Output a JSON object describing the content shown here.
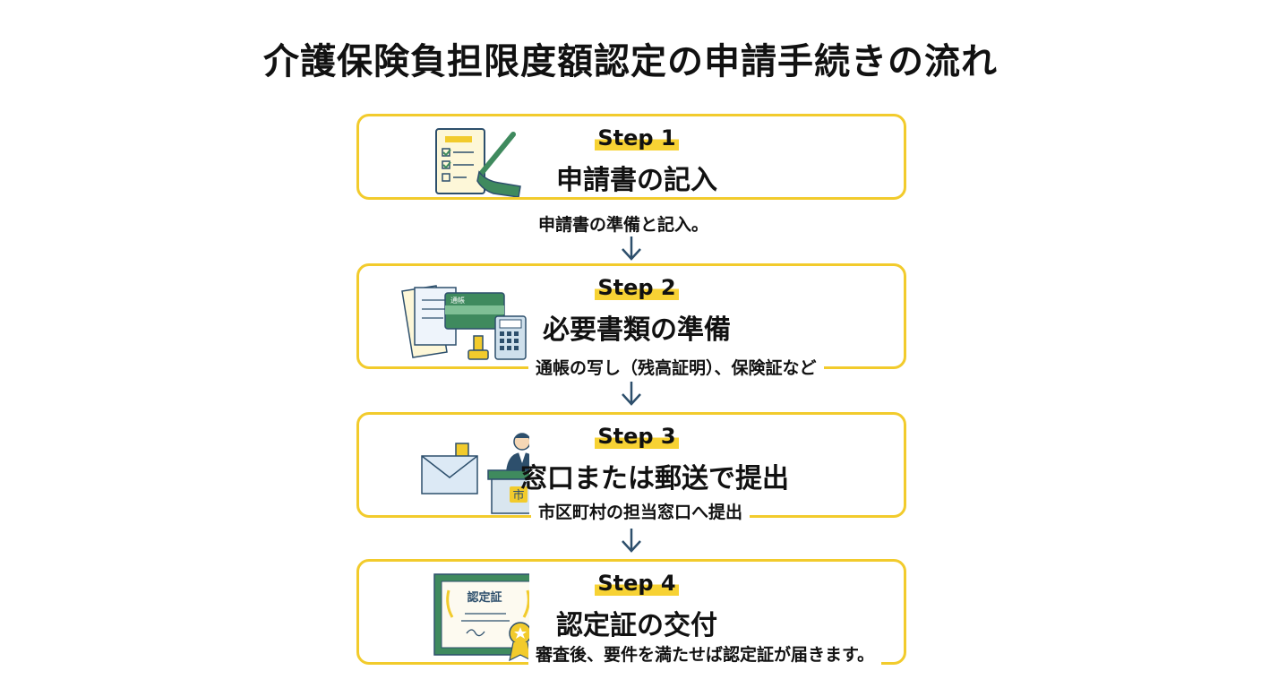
{
  "title": "介護保険負担限度額認定の申請手続きの流れ",
  "steps": [
    {
      "label": "Step 1",
      "name": "申請書の記入",
      "desc": "申請書の準備と記入。",
      "icon": "form-writing-icon"
    },
    {
      "label": "Step 2",
      "name": "必要書類の準備",
      "desc": "通帳の写し（残高証明）、保険証など",
      "icon": "documents-passbook-icon",
      "passbook_label": "通帳"
    },
    {
      "label": "Step 3",
      "name": "窓口または郵送で提出",
      "desc": "市区町村の担当窓口へ提出",
      "icon": "mail-counter-icon",
      "counter_mark": "市"
    },
    {
      "label": "Step 4",
      "name": "認定証の交付",
      "desc": "審査後、要件を満たせば認定証が届きます。",
      "icon": "certificate-icon",
      "certificate_label": "認定証"
    }
  ],
  "colors": {
    "accent": "#f2cb2c",
    "highlight": "#f7d234",
    "green": "#3f8a5e",
    "navy": "#2d4f6c"
  }
}
